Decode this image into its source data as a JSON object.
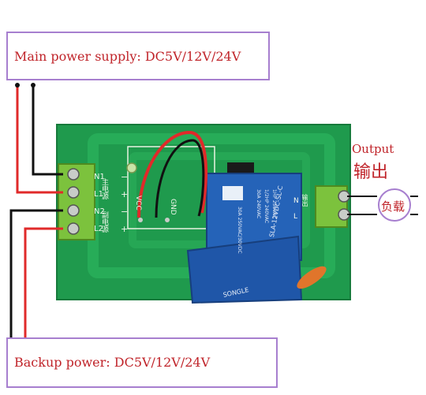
{
  "main_supply_label": "Main power supply: DC5V/12V/24V",
  "backup_supply_label": "Backup power: DC5V/12V/24V",
  "output_label_en": "Output",
  "output_label_cn": "输出",
  "load_label_cn": "负载",
  "left_terminal": {
    "pins": [
      "N1",
      "L1",
      "N2",
      "L2"
    ],
    "signs": [
      "−",
      "+",
      "−",
      "+"
    ],
    "main_label_cn": "主电源",
    "backup_label_cn": "副电源"
  },
  "right_terminal": {
    "pins": [
      "N",
      "L"
    ],
    "label_cn": "输出"
  },
  "pcb_labels": {
    "vcc": "VCC",
    "gnd": "GND"
  },
  "relay": {
    "brand": "SONGLE",
    "model": "SLA-12VDC-SL-C",
    "ratings": [
      "30A 250VAC/30VDC",
      "30A 240VAC",
      "1/2HP 240VAC",
      "1HP 250VAC"
    ]
  },
  "colors": {
    "pcb": "#1f9a4d",
    "relay": "#1f56a8",
    "terminal": "#7cc23d",
    "label_box": "#a77fcf",
    "label_text": "#c0242a"
  }
}
